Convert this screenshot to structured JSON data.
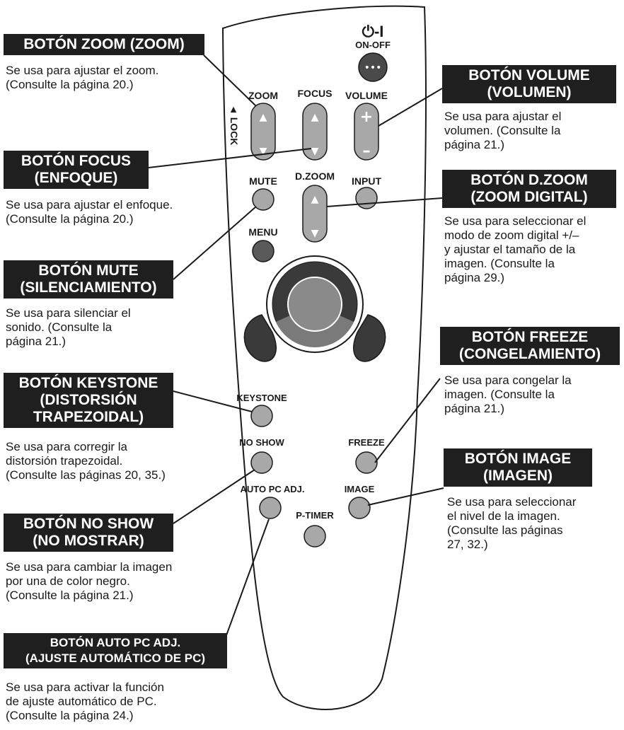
{
  "remote": {
    "power_symbol": "⏻-I",
    "power_label": "ON-OFF",
    "power_dots": "•••",
    "lock_label": "◄ LOCK",
    "zoom_label": "ZOOM",
    "focus_label": "FOCUS",
    "volume_label": "VOLUME",
    "mute_label": "MUTE",
    "dzoom_label": "D.ZOOM",
    "input_label": "INPUT",
    "menu_label": "MENU",
    "keystone_label": "KEYSTONE",
    "noshow_label": "NO SHOW",
    "freeze_label": "FREEZE",
    "autopc_label": "AUTO PC ADJ.",
    "image_label": "IMAGE",
    "ptimer_label": "P-TIMER",
    "plus_glyph": "+",
    "minus_glyph": "–",
    "up_glyph": "▲",
    "down_glyph": "▼",
    "colors": {
      "button_gray": "#a8a8a8",
      "button_dark": "#5a5a5a",
      "pad_dark": "#3a3a3a",
      "pad_mid": "#7a7a7a",
      "callout_bg": "#1f1f1f"
    }
  },
  "callouts": {
    "zoom": {
      "title": [
        "BOTÓN ZOOM (ZOOM)"
      ],
      "desc": [
        "Se usa para ajustar el zoom.",
        "(Consulte la página 20.)"
      ]
    },
    "focus": {
      "title": [
        "BOTÓN FOCUS",
        "(ENFOQUE)"
      ],
      "desc": [
        "Se usa para ajustar el enfoque.",
        "(Consulte la página 20.)"
      ]
    },
    "mute": {
      "title": [
        "BOTÓN MUTE",
        "(SILENCIAMIENTO)"
      ],
      "desc": [
        "Se usa para silenciar el",
        "sonido. (Consulte la",
        "página 21.)"
      ]
    },
    "keystone": {
      "title": [
        "BOTÓN KEYSTONE",
        "(DISTORSIÓN",
        "TRAPEZOIDAL)"
      ],
      "desc": [
        "Se usa para corregir la",
        "distorsión trapezoidal.",
        "(Consulte las páginas 20, 35.)"
      ]
    },
    "noshow": {
      "title": [
        "BOTÓN NO SHOW",
        "(NO MOSTRAR)"
      ],
      "desc": [
        "Se usa para cambiar la imagen",
        "por una de color negro.",
        "(Consulte la página 21.)"
      ]
    },
    "autopc": {
      "title": [
        "BOTÓN AUTO PC ADJ.",
        "(AJUSTE AUTOMÁTICO DE PC)"
      ],
      "desc": [
        "Se usa para activar la función",
        "de ajuste automático de PC.",
        "(Consulte la página 24.)"
      ]
    },
    "volume": {
      "title": [
        "BOTÓN VOLUME",
        "(VOLUMEN)"
      ],
      "desc": [
        "Se usa para ajustar el",
        "volumen. (Consulte la",
        "página 21.)"
      ]
    },
    "dzoom": {
      "title": [
        "BOTÓN D.ZOOM",
        "(ZOOM DIGITAL)"
      ],
      "desc": [
        "Se usa para seleccionar el",
        "modo de zoom digital +/–",
        "y ajustar el tamaño de la",
        "imagen. (Consulte la",
        "página 29.)"
      ]
    },
    "freeze": {
      "title": [
        "BOTÓN FREEZE",
        "(CONGELAMIENTO)"
      ],
      "desc": [
        "Se usa para congelar la",
        "imagen. (Consulte la",
        "página 21.)"
      ]
    },
    "image": {
      "title": [
        "BOTÓN IMAGE",
        "(IMAGEN)"
      ],
      "desc": [
        "Se usa para seleccionar",
        "el nivel de la imagen.",
        "(Consulte las páginas",
        "27, 32.)"
      ]
    }
  }
}
